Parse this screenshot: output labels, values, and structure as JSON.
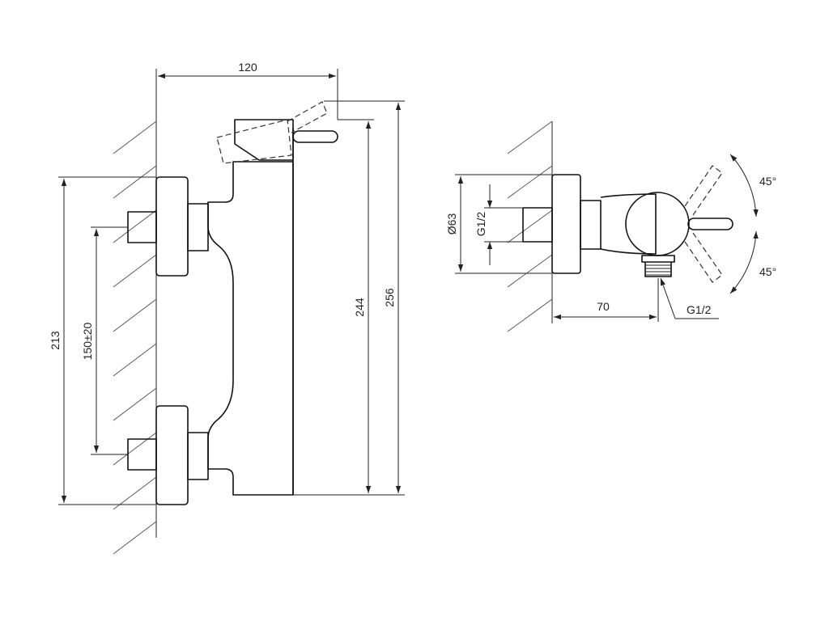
{
  "front_view": {
    "width_label": "120",
    "height_outer_label": "256",
    "height_inner_label": "244",
    "height_left_label": "213",
    "spacing_label": "150±20"
  },
  "side_view": {
    "diameter_label": "Ø63",
    "inlet_thread_label": "G1/2",
    "depth_label": "70",
    "outlet_thread_label": "G1/2",
    "angle_up_label": "45°",
    "angle_down_label": "45°"
  }
}
